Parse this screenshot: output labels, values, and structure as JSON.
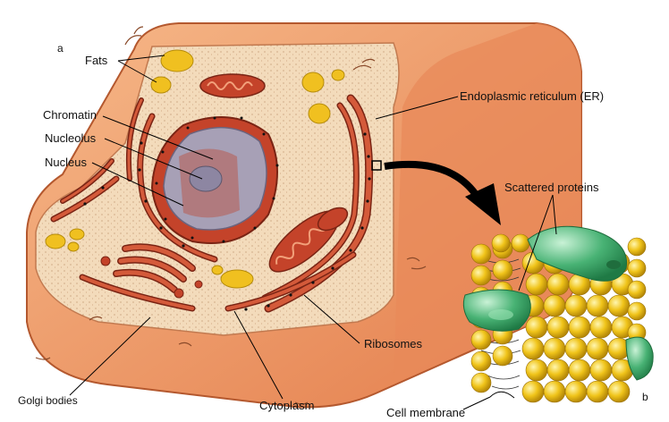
{
  "panels": {
    "a": "a",
    "b": "b"
  },
  "labels": {
    "fats": "Fats",
    "chromatin": "Chromatin",
    "nucleolus": "Nucleolus",
    "nucleus": "Nucleus",
    "er": "Endoplasmic reticulum (ER)",
    "scattered_proteins": "Scattered proteins",
    "ribosomes": "Ribosomes",
    "golgi": "Golgi bodies",
    "cytoplasm": "Cytoplasm",
    "cell_membrane": "Cell membrane"
  },
  "colors": {
    "cell_outer": "#f0a070",
    "cytoplasm": "#f3d9b8",
    "organelle_red": "#c4432a",
    "fat_yellow": "#f0c020",
    "nucleus_gray": "#a7a0b6",
    "protein_green": "#3ea86a",
    "lipid_yellow": "#f1c419"
  }
}
